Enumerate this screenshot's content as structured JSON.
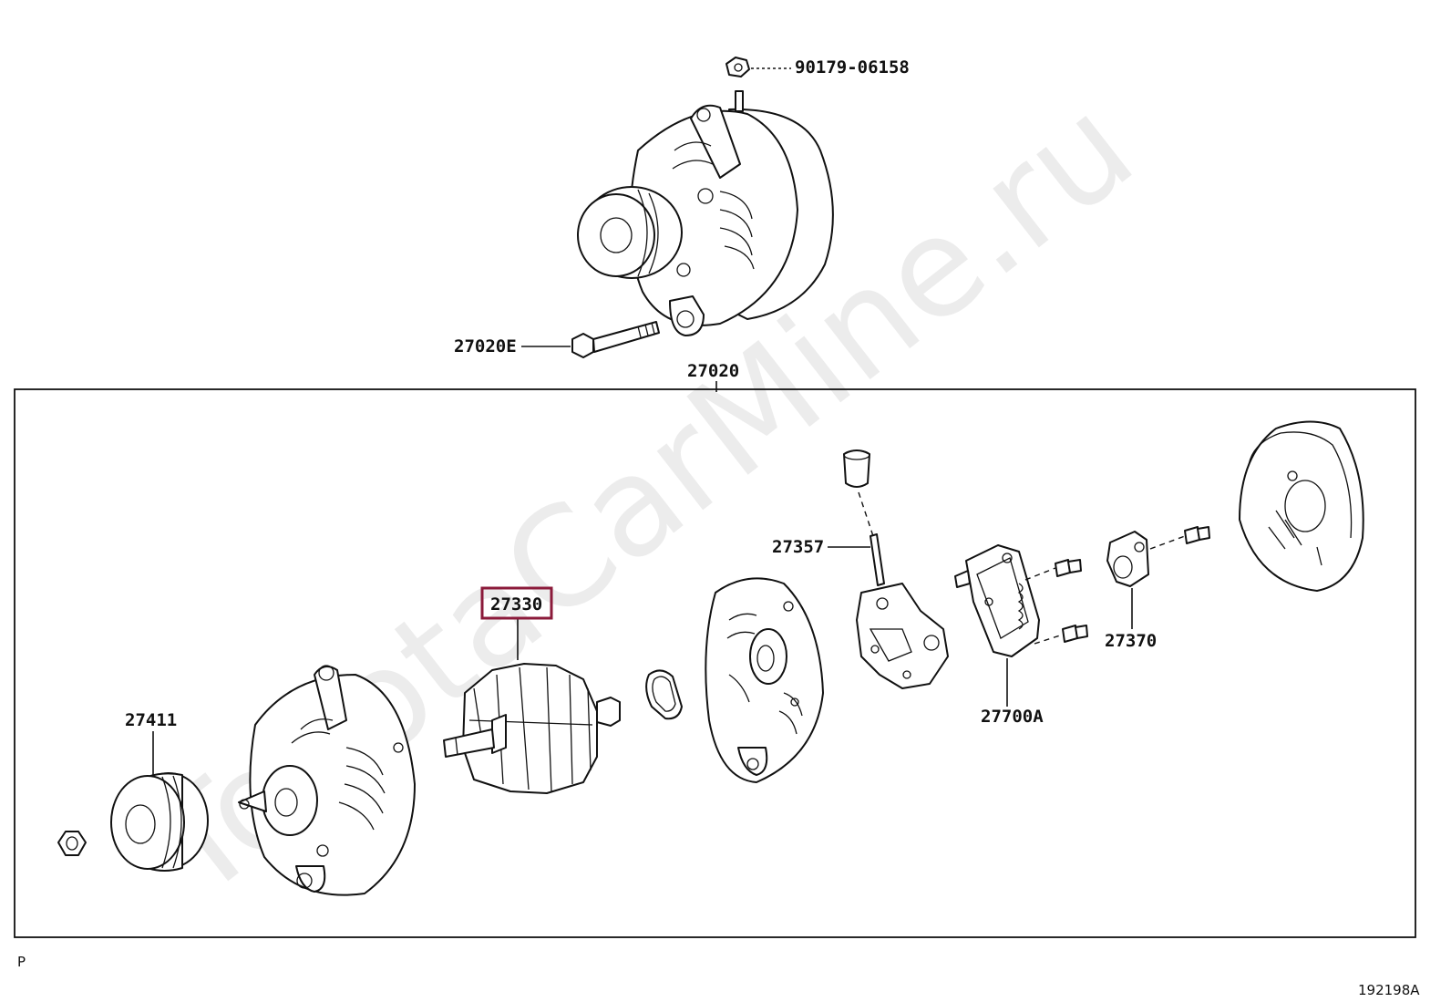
{
  "watermark": "ToyotaCarMine.ru",
  "corner_left": "P",
  "corner_right": "192198A",
  "highlight_color": "#8b1a3a",
  "parts": {
    "nut_top": "90179-06158",
    "bolt": "27020E",
    "assembly": "27020",
    "pulley": "27411",
    "rotor": "27330",
    "brush_holder": "27357",
    "rectifier_cover": "27370",
    "regulator": "27700A"
  }
}
